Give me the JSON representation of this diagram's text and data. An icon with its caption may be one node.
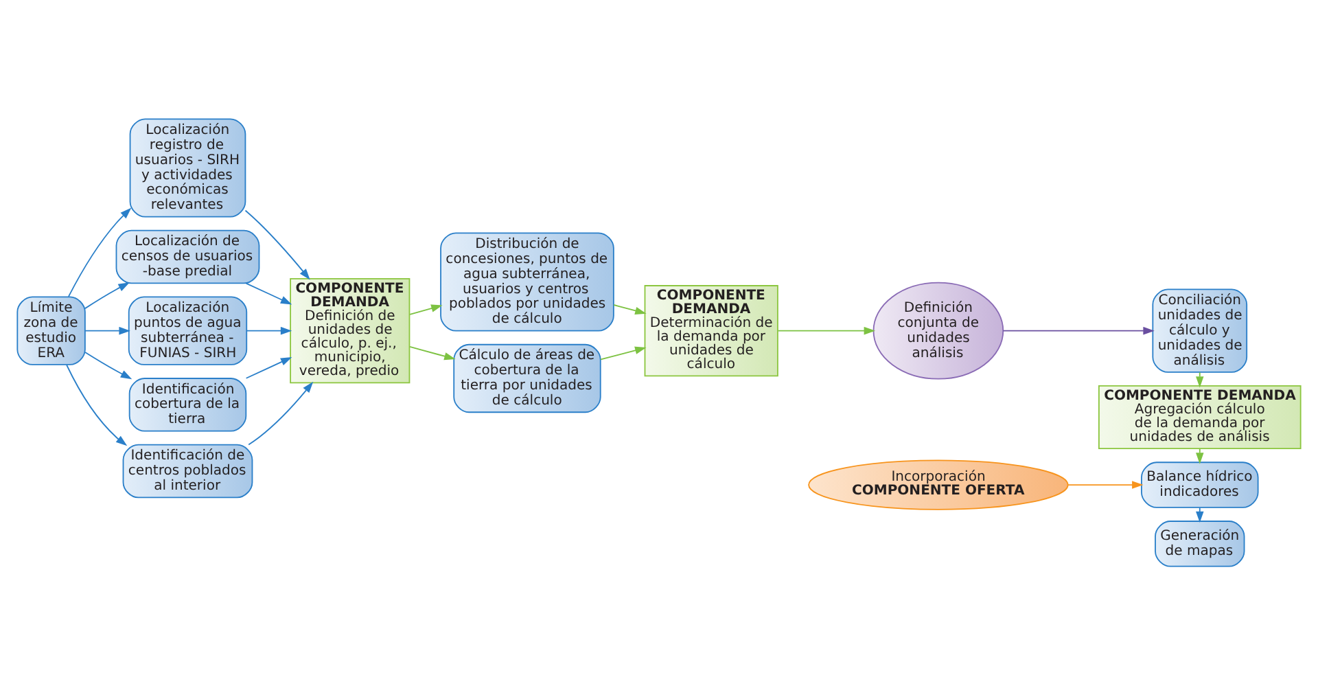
{
  "diagram": {
    "nodes": [
      {
        "text": [
          "Límite zona de estudio ERA"
        ]
      },
      {
        "text": [
          "Localización registro de usuarios - SIRH y actividades económicas relevantes"
        ]
      },
      {
        "text": [
          "Localización de censos de usuarios -base predial"
        ]
      },
      {
        "text": [
          "Localización puntos de agua subterránea - FUNIAS - SIRH"
        ]
      },
      {
        "text": [
          "Identificación cobertura de la tierra"
        ]
      },
      {
        "text": [
          "Identificación de centros poblados al interior"
        ]
      },
      {
        "text": [
          "COMPONENTE DEMANDA",
          "Definición de unidades de cálculo, p. ej., municipio, vereda, predio"
        ]
      },
      {
        "text": [
          "Distribución de concesiones, puntos de agua subterránea, usuarios y centros poblados por unidades de cálculo"
        ]
      },
      {
        "text": [
          "Cálculo de áreas de cobertura de la tierra por unidades de cálculo"
        ]
      },
      {
        "text": [
          "COMPONENTE DEMANDA",
          "Determinación de la demanda por unidades de cálculo"
        ]
      },
      {
        "text": [
          "Definición conjunta de unidades análisis"
        ]
      },
      {
        "text": [
          "Conciliación unidades de cálculo y unidades de análisis"
        ]
      },
      {
        "text": [
          "COMPONENTE DEMANDA",
          "Agregación cálculo de la demanda por unidades de análisis"
        ]
      },
      {
        "text": [
          "Incorporación",
          "COMPONENTE OFERTA"
        ]
      },
      {
        "text": [
          "Balance hídrico indicadores"
        ]
      },
      {
        "text": [
          "Generación de mapas"
        ]
      }
    ],
    "edges": [
      {
        "from": 0,
        "to": 1,
        "arrow": "to"
      },
      {
        "from": 0,
        "to": 2,
        "arrow": "to"
      },
      {
        "from": 0,
        "to": 3,
        "arrow": "to"
      },
      {
        "from": 0,
        "to": 4,
        "arrow": "to"
      },
      {
        "from": 0,
        "to": 5,
        "arrow": "to"
      },
      {
        "from": 1,
        "to": 6,
        "arrow": "to"
      },
      {
        "from": 2,
        "to": 6,
        "arrow": "to"
      },
      {
        "from": 3,
        "to": 6,
        "arrow": "to"
      },
      {
        "from": 4,
        "to": 6,
        "arrow": "to"
      },
      {
        "from": 5,
        "to": 6,
        "arrow": "to"
      },
      {
        "from": 6,
        "to": 7,
        "arrow": "to",
        "color": "#7dc242"
      },
      {
        "from": 6,
        "to": 8,
        "arrow": "to",
        "color": "#7dc242"
      },
      {
        "from": 7,
        "to": 9,
        "arrow": "to",
        "color": "#7dc242"
      },
      {
        "from": 8,
        "to": 9,
        "arrow": "to",
        "color": "#7dc242"
      },
      {
        "from": 9,
        "to": 10,
        "arrow": "to",
        "color": "#7dc242"
      },
      {
        "from": 10,
        "to": 11,
        "arrow": "to",
        "color": "#6a4fa0"
      },
      {
        "from": 11,
        "to": 12,
        "arrow": "to",
        "color": "#7dc242"
      },
      {
        "from": 12,
        "to": 14,
        "arrow": "to",
        "color": "#7dc242"
      },
      {
        "from": 13,
        "to": 14,
        "arrow": "to",
        "color": "#f7941d"
      },
      {
        "from": 14,
        "to": 15,
        "arrow": "to"
      }
    ]
  }
}
